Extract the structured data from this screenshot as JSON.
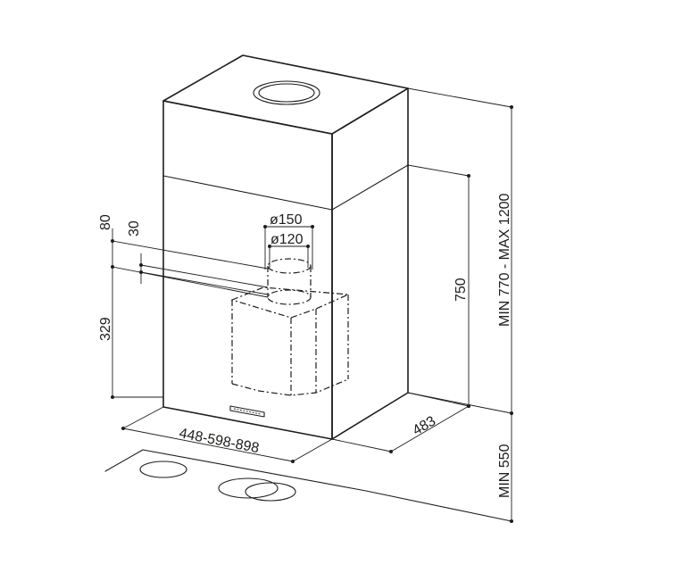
{
  "dimensions": {
    "overall_height": "MIN 770 - MAX 1200",
    "chimney_height": "750",
    "depth": "483",
    "width_options": "448-598-898",
    "min_distance_to_hob": "MIN 550",
    "outlet_diameter_large": "ø150",
    "outlet_diameter_small": "ø120",
    "outlet_offset_80": "80",
    "outlet_offset_30": "30",
    "motor_height": "329"
  },
  "icons": {
    "hood": "cooker-hood-drawing",
    "controls": "control-panel-icon",
    "hob": "hob-burner-icon"
  }
}
